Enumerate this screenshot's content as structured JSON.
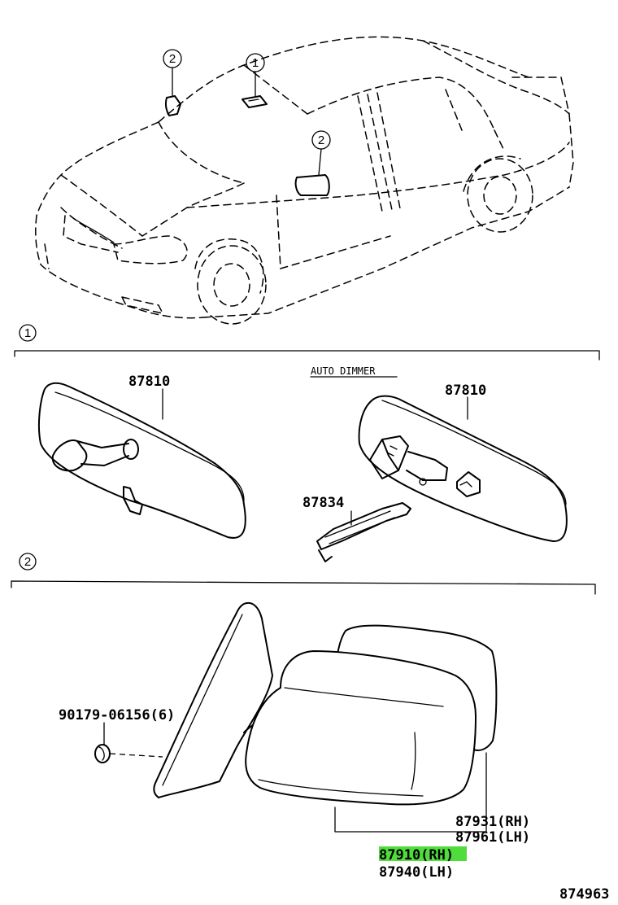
{
  "callouts": {
    "one": "1",
    "two": "2"
  },
  "auto_dimmer_label": "AUTO DIMMER",
  "parts": {
    "mirror_std": "87810",
    "mirror_auto": "87810",
    "wire": "87834",
    "clip": "90179-06156(6)",
    "cover_rh": "87931(RH)",
    "cover_lh": "87961(LH)",
    "mirror_rh": "87910(RH)",
    "mirror_lh": "87940(LH)"
  },
  "diagram_id": "874963",
  "colors": {
    "highlight": "#4fdc3c"
  }
}
